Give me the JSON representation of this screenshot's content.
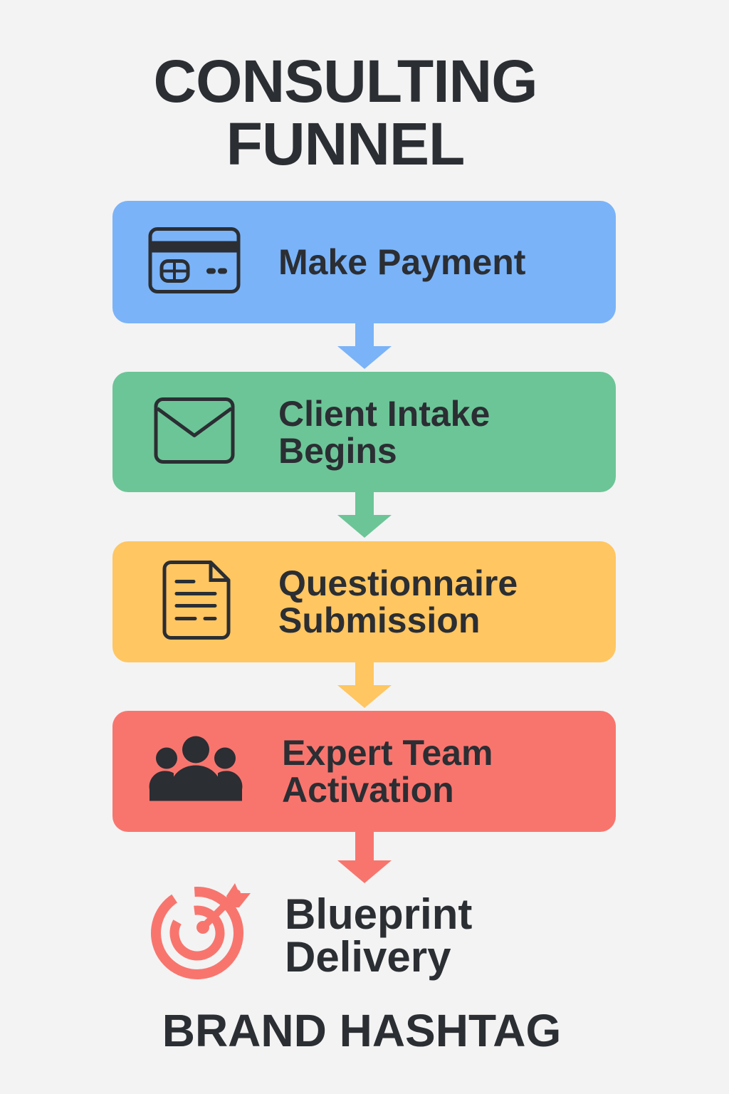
{
  "title": {
    "line1": "CONSULTING",
    "line2": "FUNNEL"
  },
  "colors": {
    "blue": "#7ab3f8",
    "green": "#6cc597",
    "yellow": "#ffc661",
    "red": "#f8756e",
    "text": "#2b2e33",
    "background": "#f3f3f3"
  },
  "steps": [
    {
      "label": "Make Payment",
      "icon": "credit-card-icon"
    },
    {
      "label": "Client Intake Begins",
      "icon": "envelope-icon"
    },
    {
      "label": "Questionnaire Submission",
      "icon": "document-icon"
    },
    {
      "label": "Expert Team Activation",
      "icon": "team-icon"
    }
  ],
  "final": {
    "label": "Blueprint Delivery",
    "icon": "target-icon"
  },
  "footer": {
    "brand": "BRAND HASHTAG"
  }
}
